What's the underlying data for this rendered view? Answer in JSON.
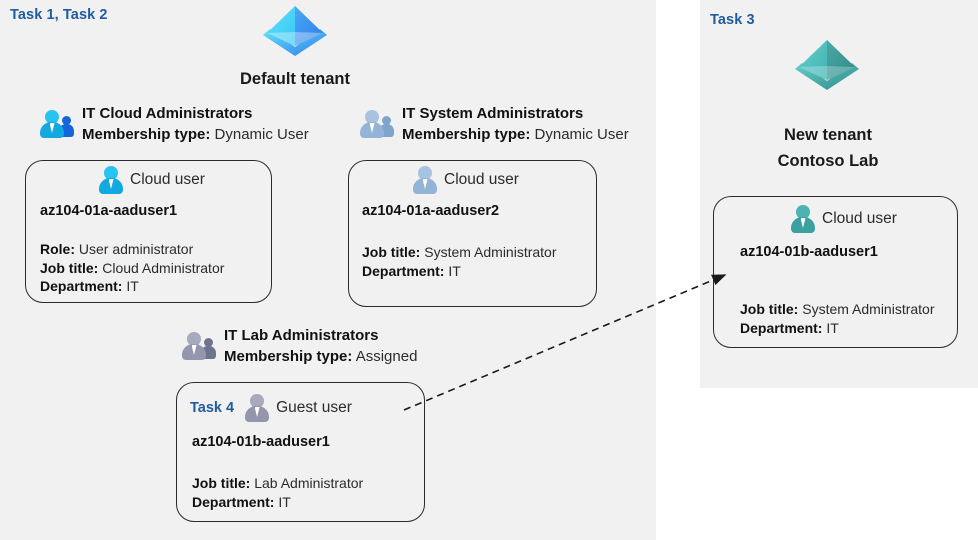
{
  "panels": {
    "left": {
      "task_tag": "Task 1, Task 2"
    },
    "right": {
      "task_tag": "Task 3"
    }
  },
  "tenants": [
    {
      "id": "default-tenant",
      "icon": "azure-ad-tenant-icon",
      "color": "#3aa0f3",
      "label_line1": "Default tenant",
      "label_line2": ""
    },
    {
      "id": "new-tenant",
      "icon": "azure-ad-tenant-icon",
      "color": "#4bb8b8",
      "label_line1": "New  tenant",
      "label_line2": "Contoso Lab"
    }
  ],
  "groups": [
    {
      "id": "it-cloud-administrators",
      "icon": "group-users-icon",
      "title": "IT Cloud Administrators",
      "membership_label": "Membership type:",
      "membership_value": "Dynamic User"
    },
    {
      "id": "it-system-administrators",
      "icon": "group-users-icon",
      "title": "IT System Administrators",
      "membership_label": "Membership type:",
      "membership_value": "Dynamic User"
    },
    {
      "id": "it-lab-administrators",
      "icon": "group-users-icon",
      "title": "IT Lab Administrators",
      "membership_label": "Membership type:",
      "membership_value": "Assigned"
    }
  ],
  "users": [
    {
      "id": "aaduser1-a",
      "task_tag": "",
      "icon": "cloud-user-icon",
      "user_type": "Cloud user",
      "name": "az104-01a-aaduser1",
      "attributes": [
        {
          "label": "Role:",
          "value": "User administrator"
        },
        {
          "label": "Job title:",
          "value": "Cloud Administrator"
        },
        {
          "label": "Department:",
          "value": "IT"
        }
      ]
    },
    {
      "id": "aaduser2-a",
      "task_tag": "",
      "icon": "cloud-user-icon",
      "user_type": "Cloud user",
      "name": "az104-01a-aaduser2",
      "attributes": [
        {
          "label": "Job title:",
          "value": "System Administrator"
        },
        {
          "label": "Department:",
          "value": "IT"
        }
      ]
    },
    {
      "id": "aaduser1-b-guest",
      "task_tag": "Task 4",
      "icon": "guest-user-icon",
      "user_type": "Guest user",
      "name": "az104-01b-aaduser1",
      "attributes": [
        {
          "label": "Job title:",
          "value": "Lab Administrator"
        },
        {
          "label": "Department:",
          "value": "IT"
        }
      ]
    },
    {
      "id": "aaduser1-b-cloud",
      "task_tag": "",
      "icon": "cloud-user-icon",
      "user_type": "Cloud user",
      "name": "az104-01b-aaduser1",
      "attributes": [
        {
          "label": "Job title:",
          "value": "System Administrator"
        },
        {
          "label": "Department:",
          "value": "IT"
        }
      ]
    }
  ],
  "connector": {
    "id": "invite-guest-connector",
    "style": "dashed-arrow",
    "from": "aaduser1-b-guest",
    "to": "aaduser1-b-cloud"
  },
  "colors": {
    "task_tag": "#1f5c9e",
    "panel_background": "#f1f1f1",
    "page_background": "#ffffff",
    "card_border": "#2b2b2b",
    "text": "#111111",
    "value_text": "#2b2b2b",
    "default_tenant": "#3aa0f3",
    "new_tenant": "#4bb8b8",
    "cloud_user_blue": "#29b6e8",
    "cloud_user_steel": "#9fbedd",
    "guest_user_grey": "#8d8fa8",
    "cloud_user_teal": "#3aa9a9"
  }
}
